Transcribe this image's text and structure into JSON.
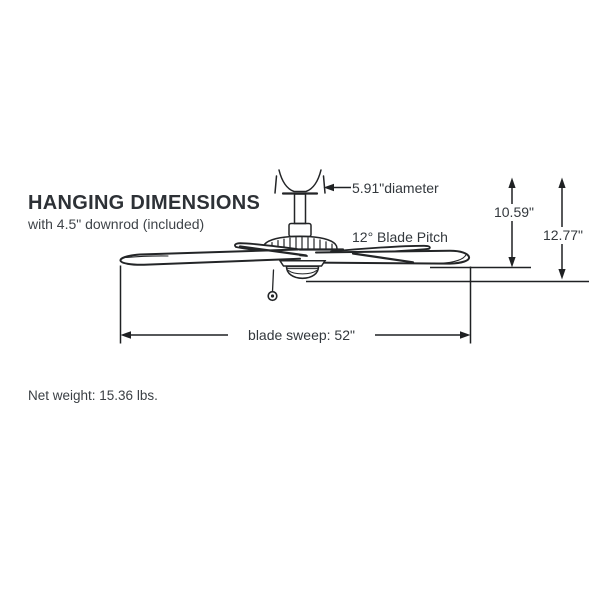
{
  "colors": {
    "background": "#ffffff",
    "line": "#232527",
    "text": "#3a3f44",
    "heading": "#2d3136"
  },
  "header": {
    "title": "HANGING DIMENSIONS",
    "subtitle": "with 4.5\" downrod (included)"
  },
  "diagram": {
    "labels": {
      "canopy_diameter": "5.91\"diameter",
      "blade_pitch": "12° Blade Pitch",
      "height_to_blades": "10.59\"",
      "overall_height": "12.77\"",
      "blade_sweep": "blade sweep: 52\""
    }
  },
  "footer": {
    "net_weight": "Net weight: 15.36 lbs."
  },
  "measurements": {
    "canopy_diameter_in": 5.91,
    "downrod_in": 4.5,
    "height_to_blades_in": 10.59,
    "overall_height_in": 12.77,
    "blade_pitch_deg": 12,
    "blade_sweep_in": 52,
    "net_weight_lbs": 15.36
  }
}
